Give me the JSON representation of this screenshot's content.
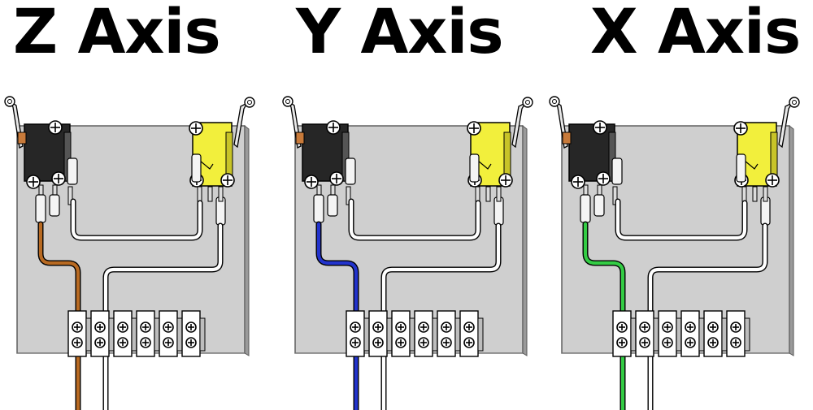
{
  "titles": {
    "z": "Z Axis",
    "y": "Y Axis",
    "x": "X Axis"
  },
  "panels": [
    {
      "axis": "z",
      "signal_wire_color": "#b86a22",
      "signal_wire_name": "brown"
    },
    {
      "axis": "y",
      "signal_wire_color": "#2233cc",
      "signal_wire_name": "blue"
    },
    {
      "axis": "x",
      "signal_wire_color": "#33cc44",
      "signal_wire_name": "green"
    }
  ],
  "colors": {
    "board": "#cfcfcf",
    "board_edge": "#555555",
    "black_switch": "#262626",
    "yellow_switch": "#f2ef3c",
    "terminal": "#ffffff",
    "common_wire": "#ffffff"
  },
  "icons": [
    "lever-arm-icon",
    "mounting-screw-icon",
    "terminal-screw-icon"
  ]
}
